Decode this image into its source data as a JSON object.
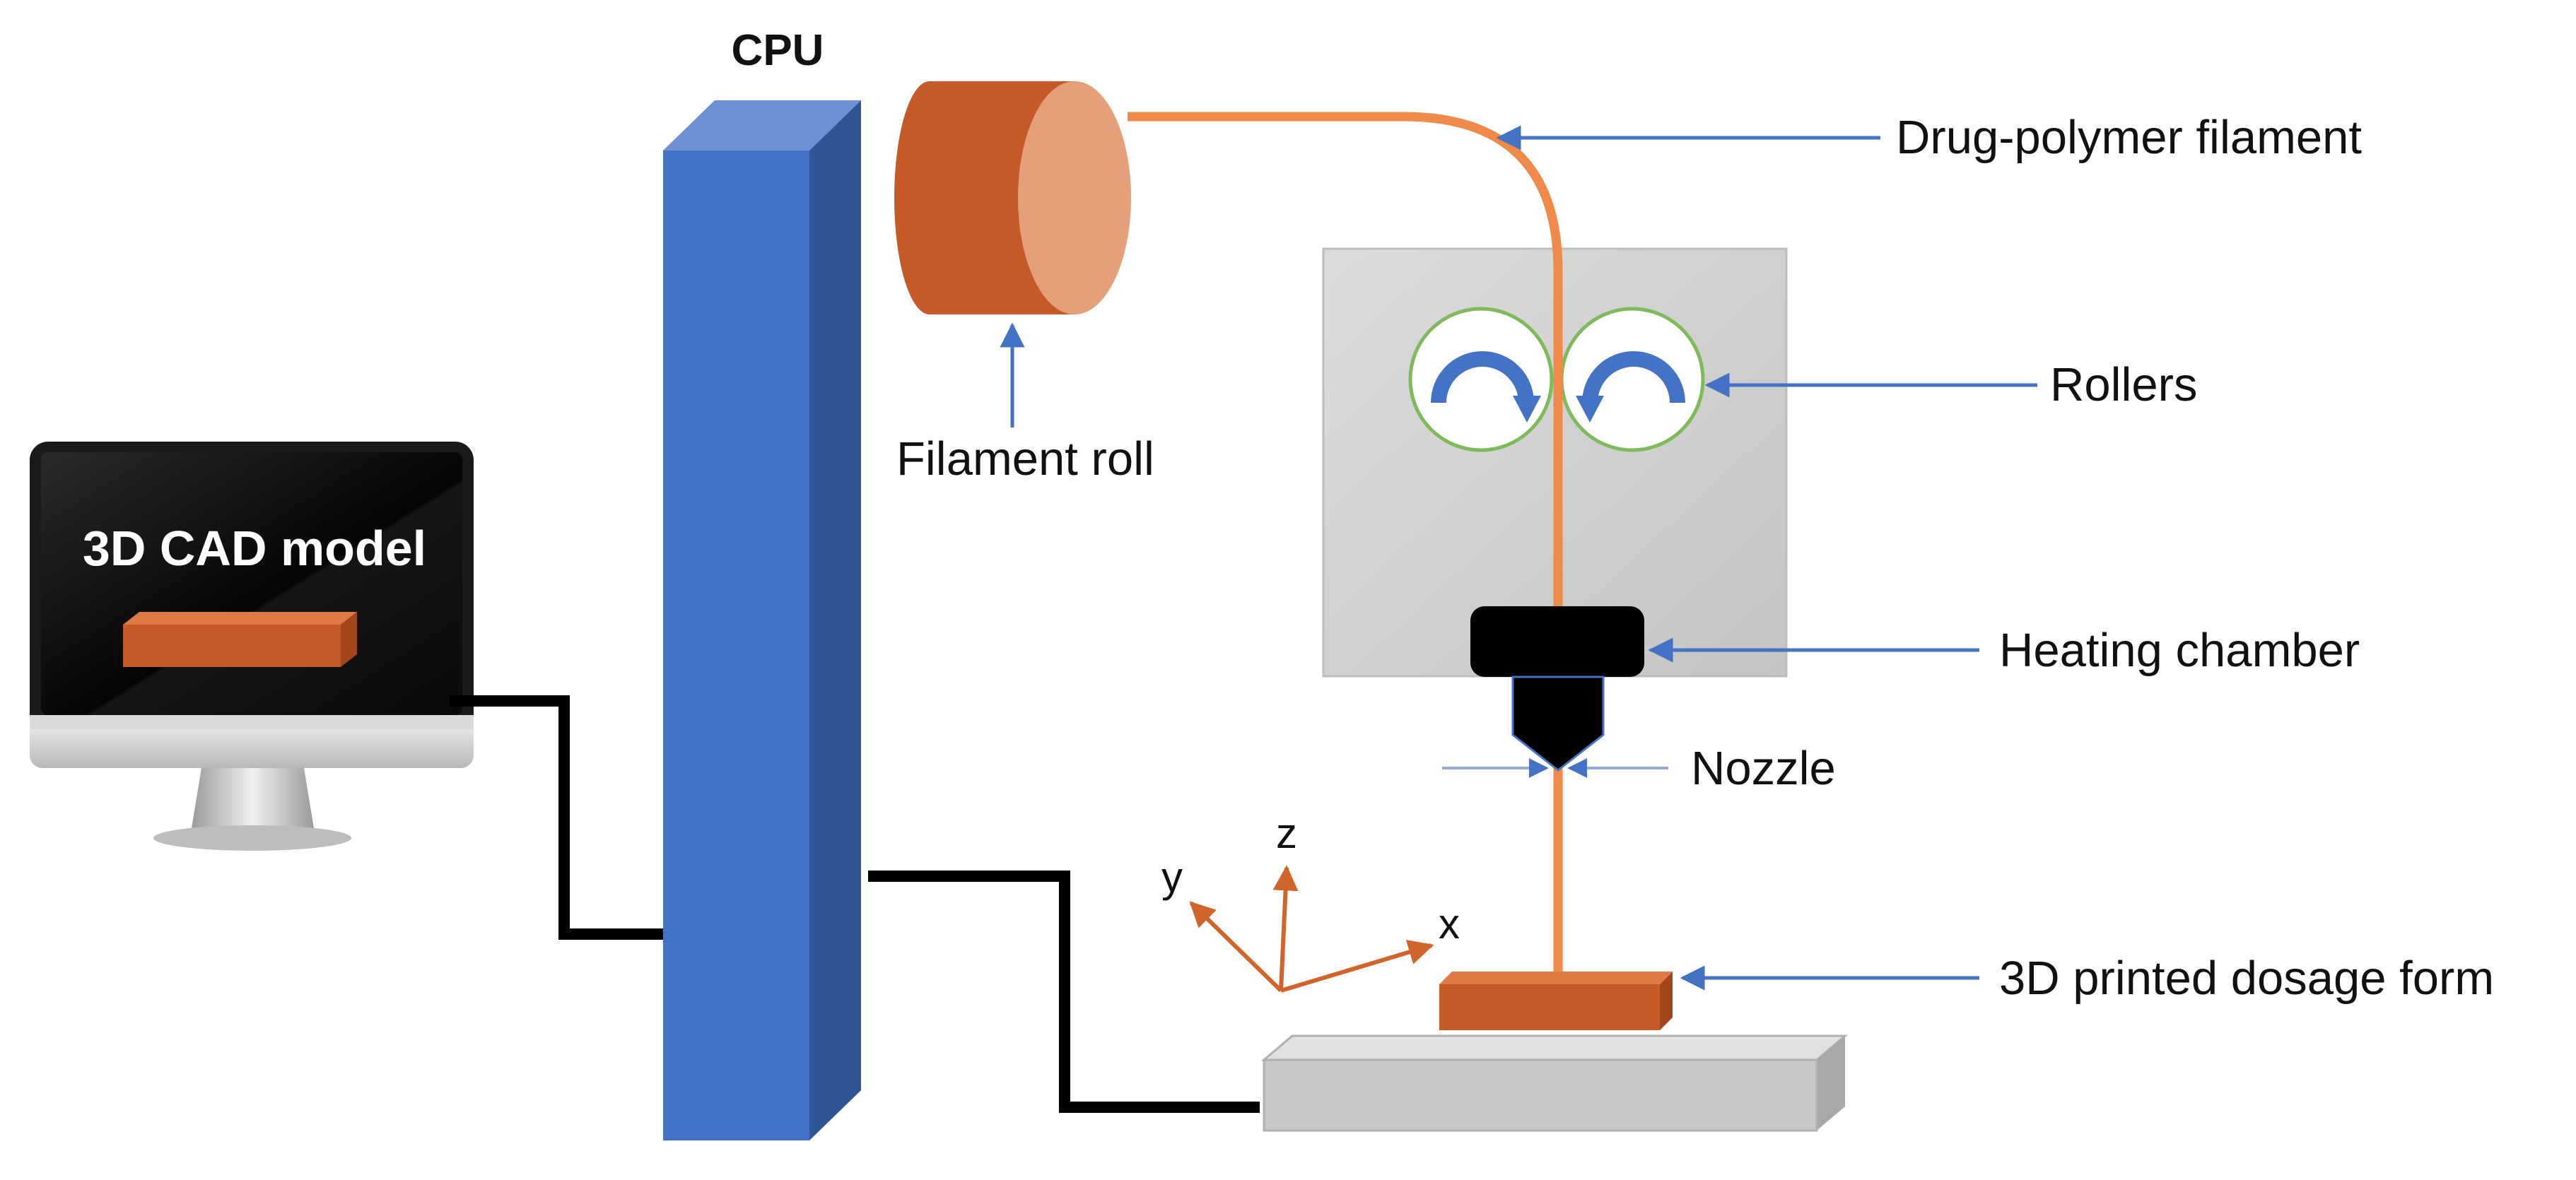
{
  "labels": {
    "cpu": "CPU",
    "cad_model": "3D CAD model",
    "filament_roll": "Filament roll",
    "filament": "Drug-polymer filament",
    "rollers": "Rollers",
    "heating_chamber": "Heating chamber",
    "nozzle": "Nozzle",
    "dosage_form": "3D printed dosage form"
  },
  "axes": {
    "x": "x",
    "y": "y",
    "z": "z"
  },
  "colors": {
    "cpu_tower": "#4472c4",
    "filament": "#f08a4b",
    "printed_object": "#c55a28",
    "pointer_arrow": "#4472c4",
    "roller_ring": "#7dbb5a",
    "chamber_panel": "#d0d0d0",
    "cable": "#000000",
    "build_plate": "#c8c8c8"
  }
}
